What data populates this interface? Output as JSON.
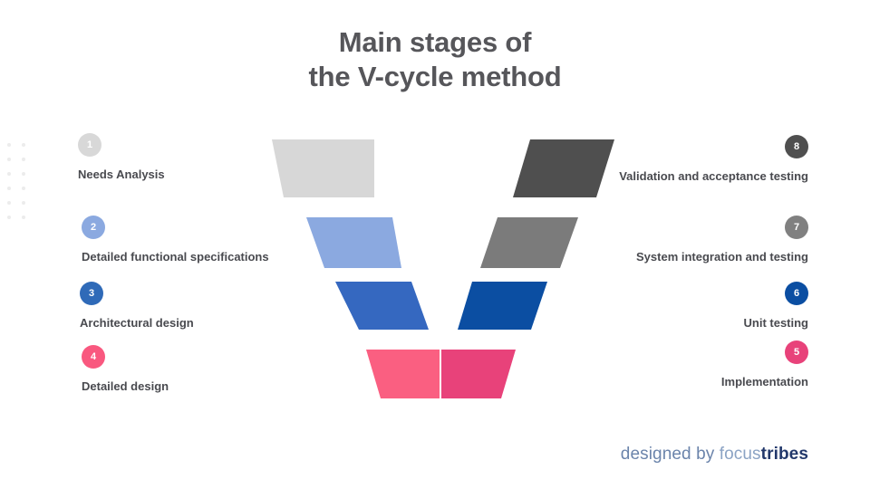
{
  "title": {
    "line1": "Main stages of",
    "line2": "the V-cycle method"
  },
  "steps": {
    "left": [
      {
        "number": "1",
        "label": "Needs Analysis",
        "color": "#d8d8d8"
      },
      {
        "number": "2",
        "label": "Detailed functional specifications",
        "color": "#8ba9e0"
      },
      {
        "number": "3",
        "label": "Architectural design",
        "color": "#2f6ab8"
      },
      {
        "number": "4",
        "label": "Detailed design",
        "color": "#f9587f"
      }
    ],
    "right": [
      {
        "number": "8",
        "label": "Validation and acceptance testing",
        "color": "#4f4f4f"
      },
      {
        "number": "7",
        "label": "System integration and testing",
        "color": "#808080"
      },
      {
        "number": "6",
        "label": "Unit testing",
        "color": "#0b4ea2"
      },
      {
        "number": "5",
        "label": "Implementation",
        "color": "#e8427a"
      }
    ]
  },
  "footer": {
    "prefix": "designed by ",
    "brand_light": "focus",
    "brand_bold": "tribes"
  },
  "chart_data": {
    "type": "diagram",
    "shape": "v-model",
    "rows": [
      {
        "row": 1,
        "left_color": "#d7d7d7",
        "right_color": "#4f4f4f"
      },
      {
        "row": 2,
        "left_color": "#8ba9e0",
        "right_color": "#7b7b7b"
      },
      {
        "row": 3,
        "left_color": "#3568c0",
        "right_color": "#0b4ea2"
      },
      {
        "row": 4,
        "left_color": "#fa5f81",
        "right_color": "#e8427a"
      }
    ]
  }
}
